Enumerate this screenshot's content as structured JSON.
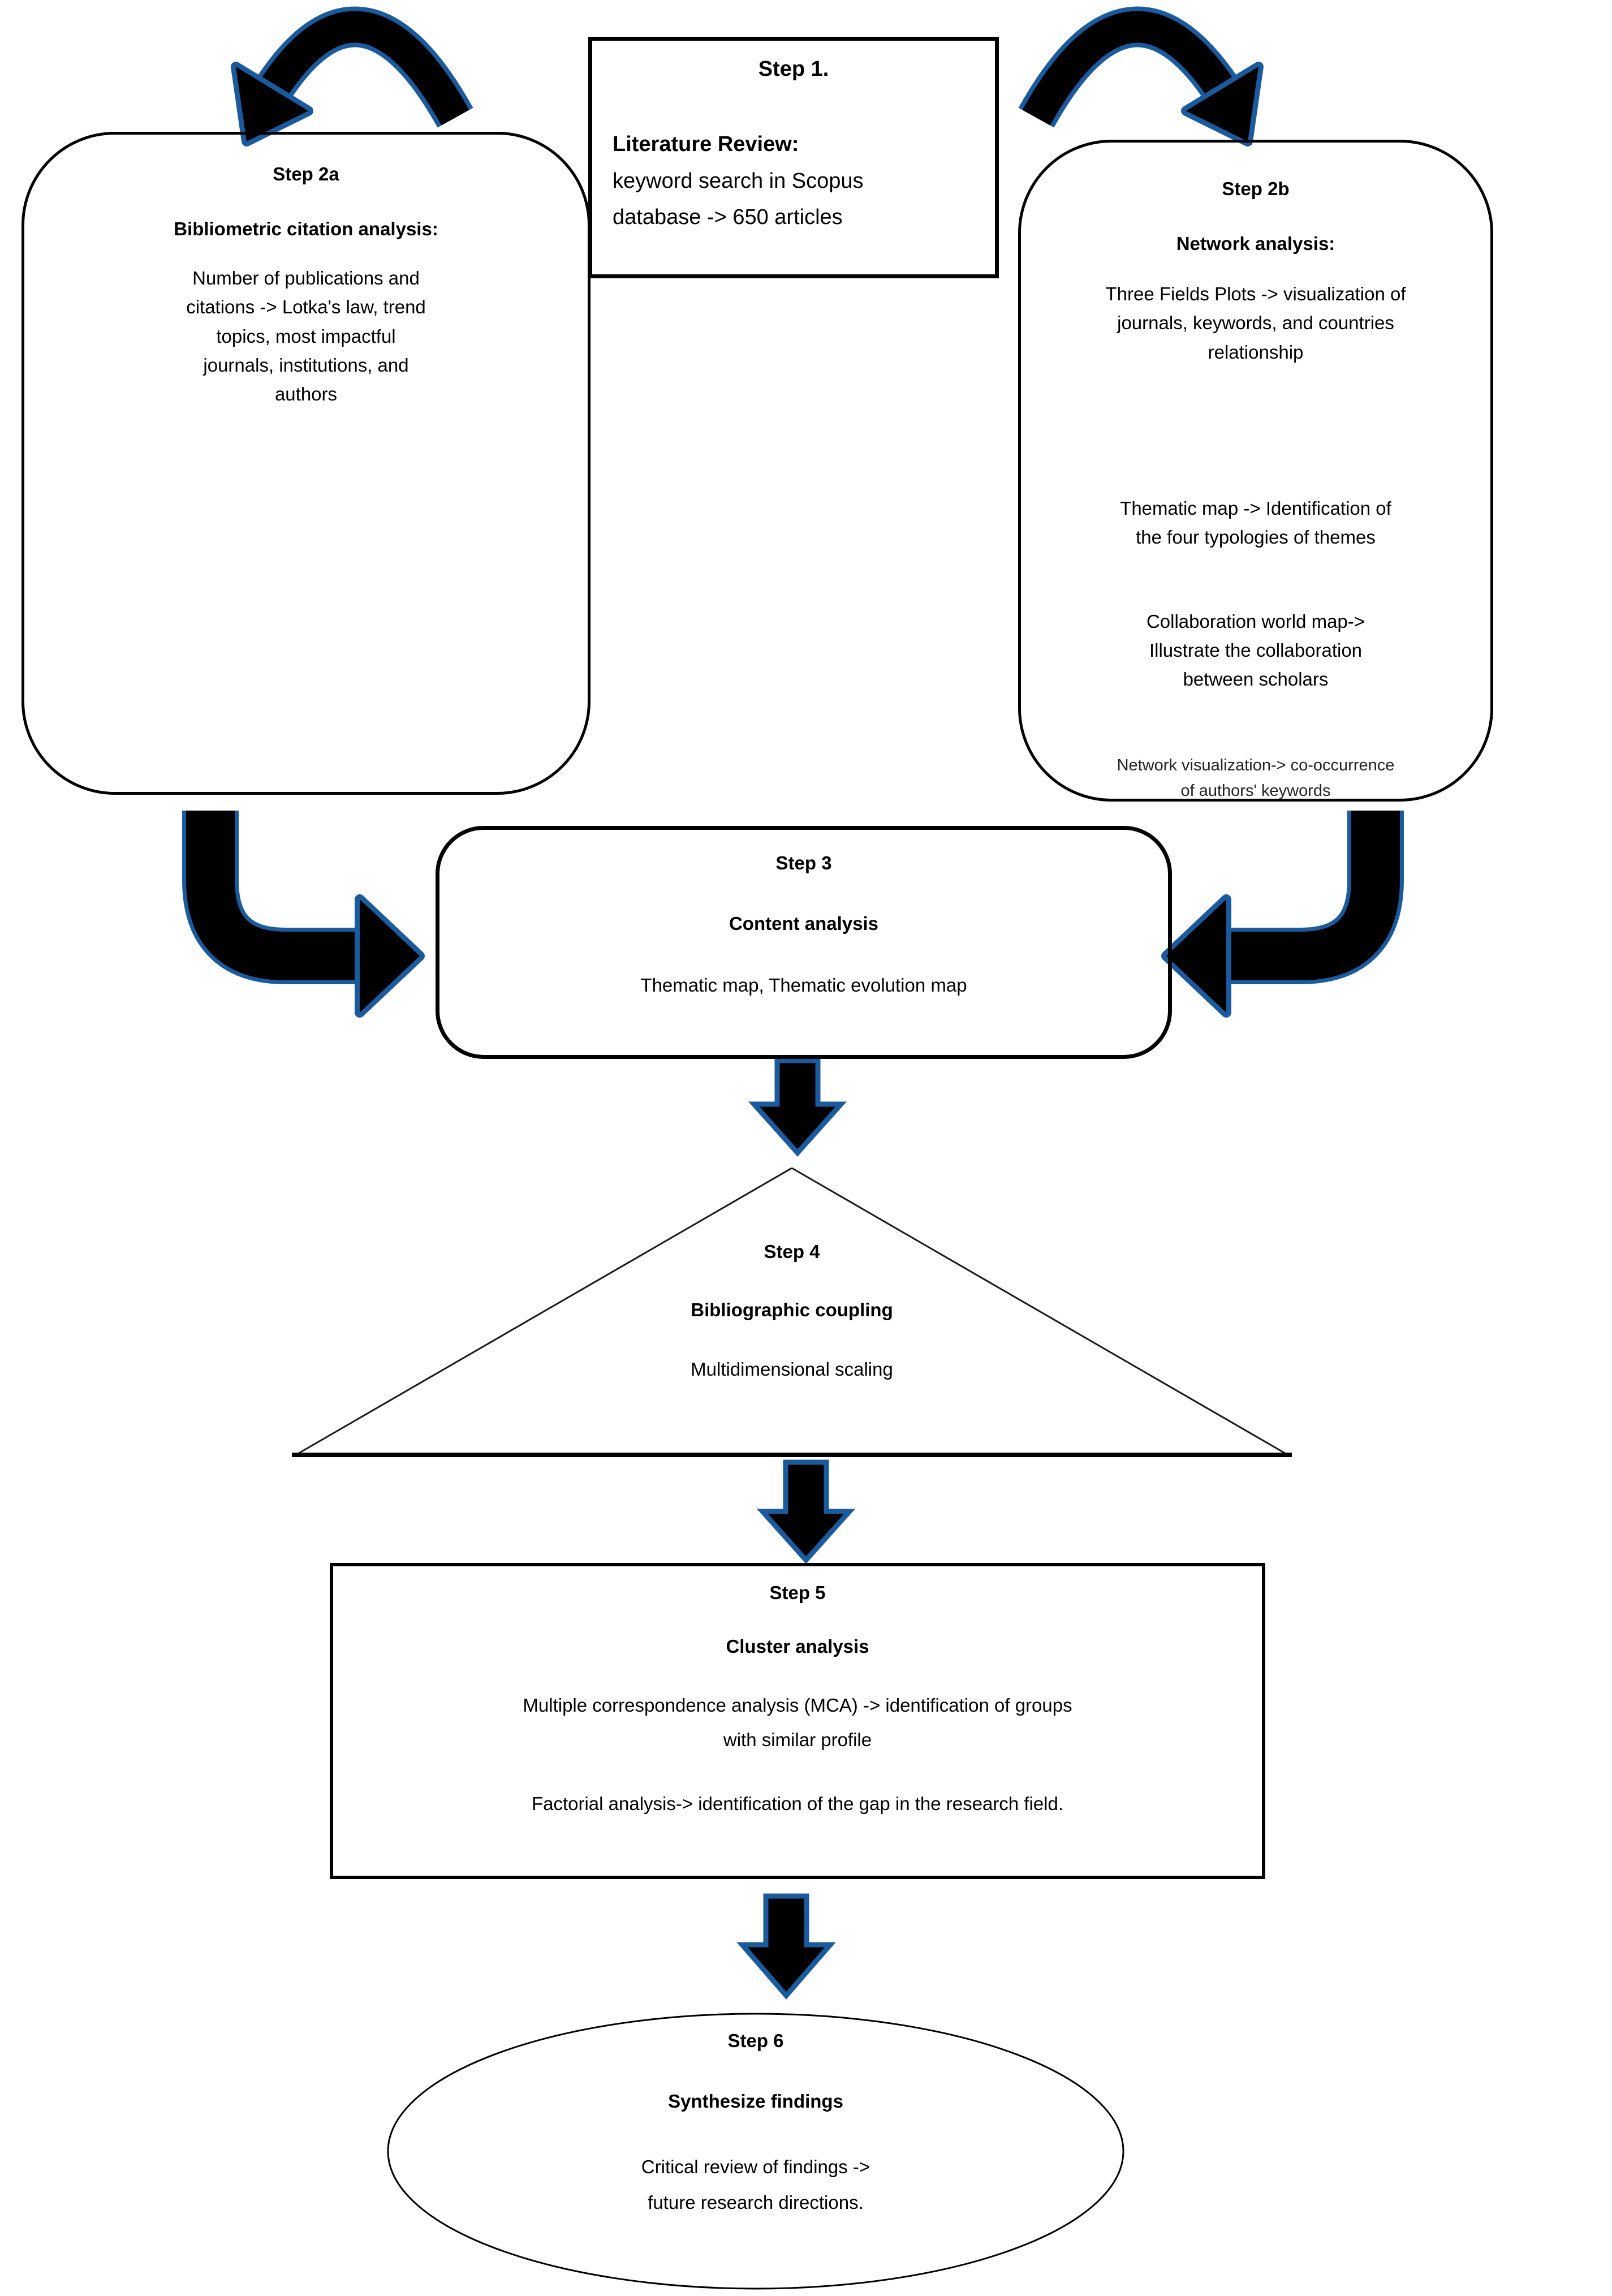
{
  "figure": {
    "type": "flowchart",
    "description_labels": []
  },
  "colors": {
    "background": "#ffffff",
    "shape_border": "#000000",
    "arrow_fill": "#000000",
    "arrow_outline": "#1b5a9c",
    "text": "#000000"
  },
  "arrows": [
    {
      "name": "curved-arrow-left",
      "from": "step1",
      "to": "step2a"
    },
    {
      "name": "curved-arrow-right",
      "from": "step1",
      "to": "step2b"
    },
    {
      "name": "elbow-arrow-left",
      "from": "step2a",
      "to": "step3"
    },
    {
      "name": "elbow-arrow-right",
      "from": "step2b",
      "to": "step3"
    },
    {
      "name": "down-arrow-step3-step4",
      "from": "step3",
      "to": "step4"
    },
    {
      "name": "down-arrow-step4-step5",
      "from": "step4",
      "to": "step5"
    },
    {
      "name": "down-arrow-step5-step6",
      "from": "step5",
      "to": "step6"
    }
  ],
  "steps": {
    "step1": {
      "title": "Step 1.",
      "heading": "Literature Review:",
      "body": "keyword search in Scopus\ndatabase -> 650 articles"
    },
    "step2a": {
      "title": "Step 2a",
      "heading": "Bibliometric citation analysis:",
      "body": "Number of publications and\ncitations -> Lotka's law, trend\ntopics, most impactful\njournals, institutions, and\nauthors"
    },
    "step2b": {
      "title": "Step 2b",
      "heading": "Network analysis:",
      "paragraphs": [
        "Three Fields Plots -> visualization of\njournals, keywords, and countries\nrelationship",
        "Thematic map -> Identification of\nthe four typologies of themes",
        "Collaboration world map->\nIllustrate the collaboration\nbetween scholars"
      ],
      "footnote": "Network visualization-> co-occurrence\nof authors' keywords"
    },
    "step3": {
      "title": "Step 3",
      "heading": "Content analysis",
      "body": "Thematic map, Thematic evolution map"
    },
    "step4": {
      "title": "Step 4",
      "heading": "Bibliographic coupling",
      "body": "Multidimensional scaling"
    },
    "step5": {
      "title": "Step 5",
      "heading": "Cluster analysis",
      "paragraphs": [
        "Multiple correspondence analysis (MCA) -> identification of groups\nwith similar profile",
        "Factorial analysis-> identification of the gap in the research field."
      ]
    },
    "step6": {
      "title": "Step 6",
      "heading": "Synthesize findings",
      "body": "Critical review of findings ->\nfuture research directions."
    }
  }
}
